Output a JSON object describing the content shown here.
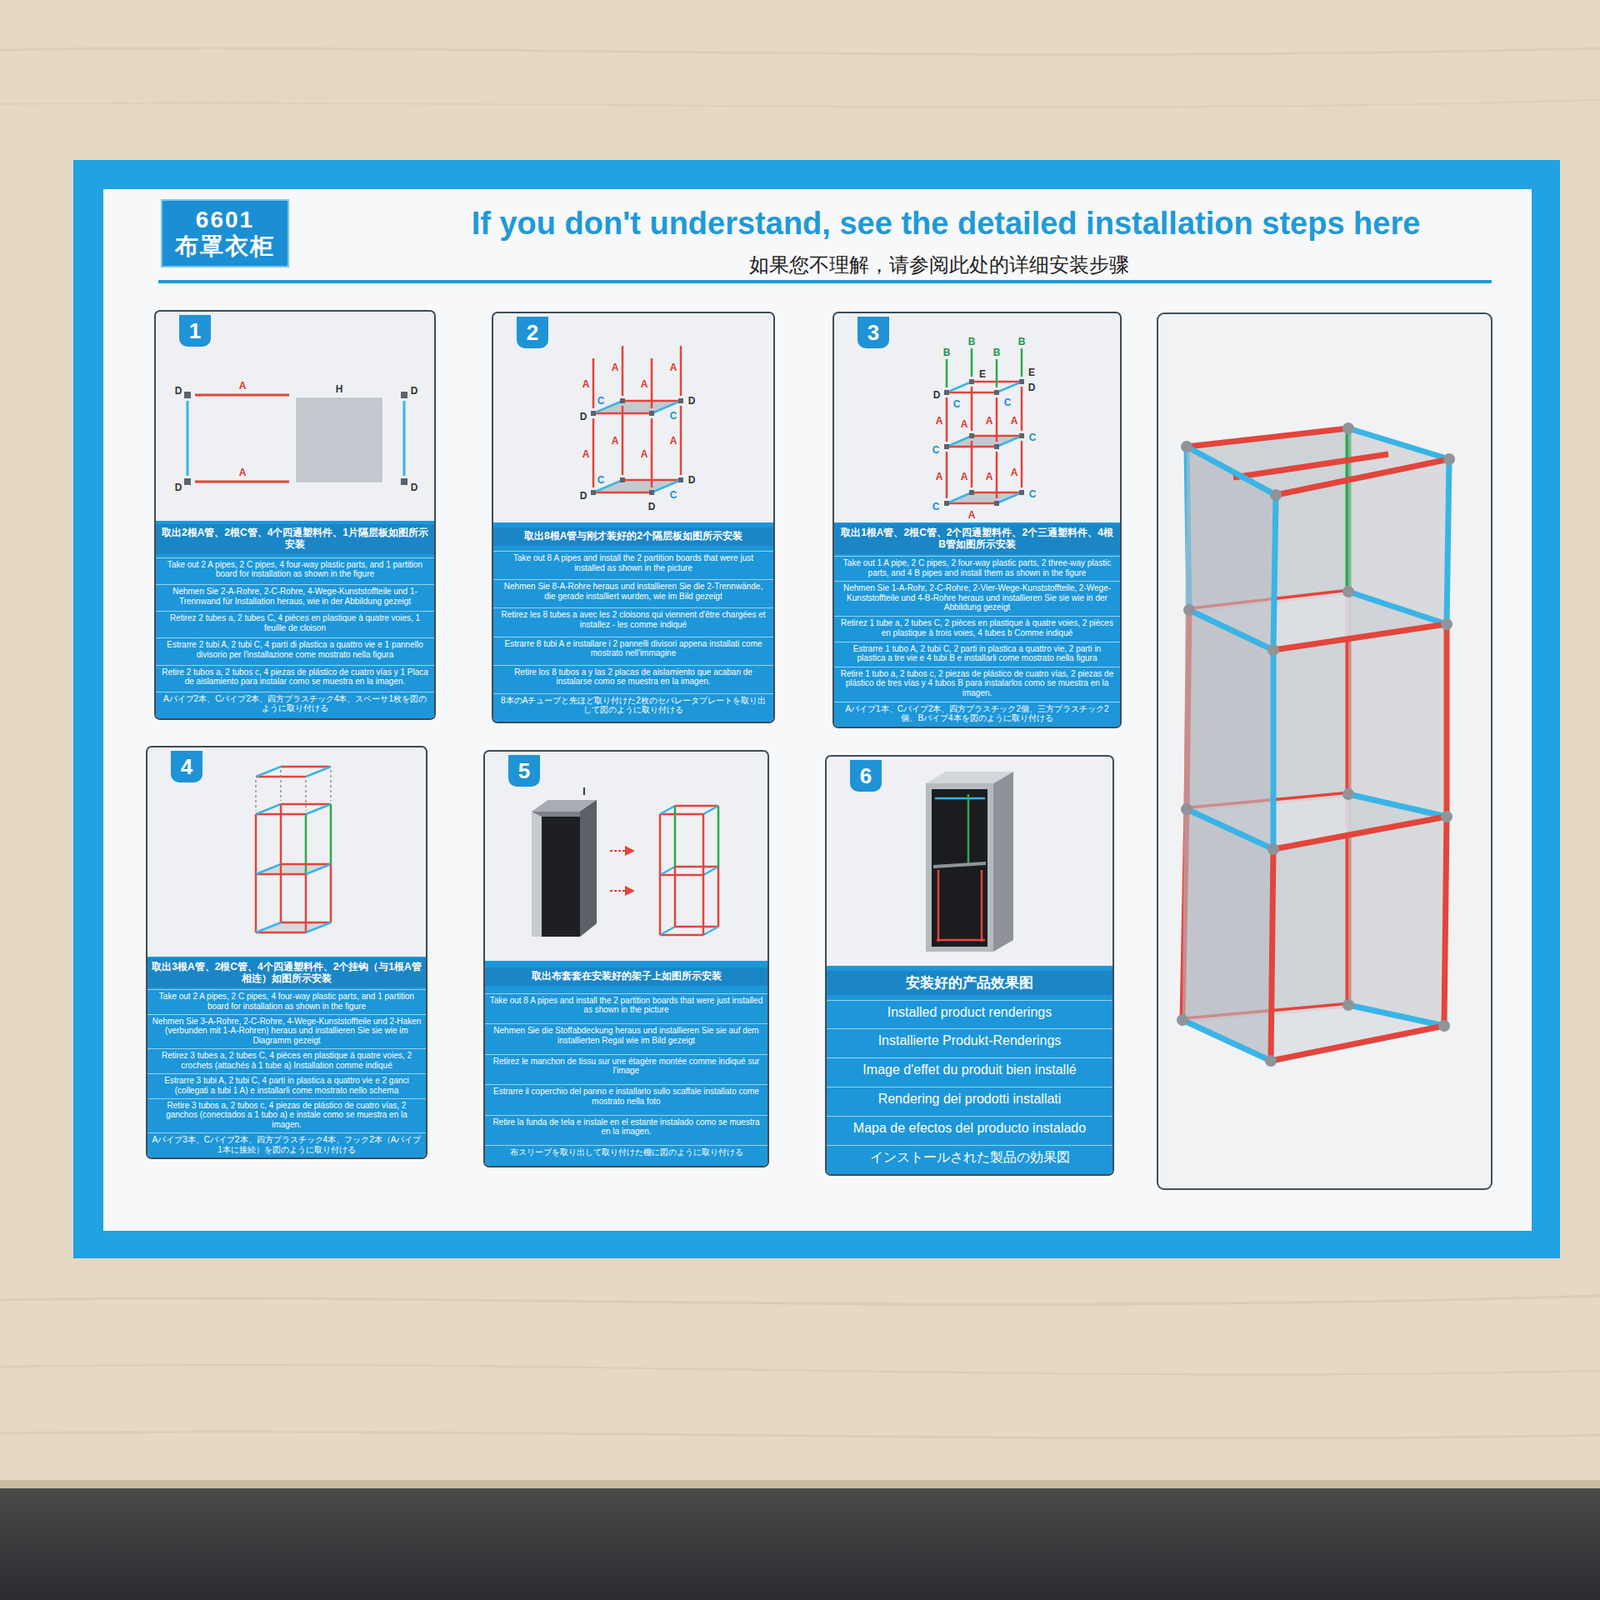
{
  "diagram": {
    "title": "If you don't understand, see the detailed installation steps here",
    "nodes": [
      {
        "text": [
          "6601",
          "布罩衣柜"
        ]
      },
      {
        "text": [
          "1"
        ]
      },
      {
        "text": [
          "取出2根A管、2根C管、4个四通塑料件、1片隔层板如图所示安装",
          "Take out 2 A pipes, 2 C pipes, 4 four-way plastic parts, and 1 partition board for installation as shown in the figure",
          "Nehmen Sie 2-A-Rohre, 2-C-Rohre, 4-Wege-Kunststoffteile und 1-Trennwand für Installation heraus, wie in der Abbildung gezeigt",
          "Retirez 2 tubes a, 2 tubes C, 4 pièces en plastique à quatre voies, 1 feuille de cloison",
          "Estrarre 2 tubi A, 2 tubi C, 4 parti di plastica a quattro vie e 1 pannello divisorio per l'installazione come mostrato nella figura",
          "Retire 2 tubos a, 2 tubos c, 4 piezas de plástico de cuatro vías y 1 Placa de aislamiento para instalar como se muestra en la imagen.",
          "Aパイプ2本、Cパイプ2本、四方プラスチック4本、スペーサ1枚を図のように取り付ける"
        ],
        "in": 1
      },
      {
        "text": [
          "2"
        ]
      },
      {
        "text": [
          "取出8根A管与刚才装好的2个隔层板如图所示安装",
          "Take out 8 A pipes and install the 2 partition boards that were just installed as shown in the picture",
          "Nehmen Sie 8-A-Rohre heraus und installieren Sie die 2-Trennwände, die gerade installiert wurden, wie im Bild gezeigt",
          "Retirez les 8 tubes a avec les 2 cloisons qui viennent d'être chargées et installez - les comme indiqué",
          "Estrarre 8 tubi A e installare i 2 pannelli divisori appena installati come mostrato nell'immagine",
          "Retire los 8 tubos a y las 2 placas de aislamiento que acaban de instalarse como se muestra en la imagen.",
          "8本のAチューブと先ほど取り付けた2枚のセパレータプレートを取り出して図のように取り付ける"
        ],
        "in": 3
      },
      {
        "text": [
          "3"
        ]
      },
      {
        "text": [
          "取出1根A管、2根C管、2个四通塑料件、2个三通塑料件、4根B管如图所示安装",
          "Take out 1 A pipe, 2 C pipes, 2 four-way plastic parts, 2 three-way plastic parts, and 4 B pipes and install them as shown in the figure",
          "Nehmen Sie 1-A-Rohr, 2-C-Rohre, 2-Vier-Wege-Kunststoffteile, 2-Wege-Kunststoffteile und 4-B-Rohre heraus und installieren Sie sie wie in der Abbildung gezeigt",
          "Retirez 1 tube a, 2 tubes C, 2 pièces en plastique à quatre voies, 2 pièces en plastique à trois voies, 4 tubes b Comme indiqué",
          "Estrarre 1 tubo A, 2 tubi C, 2 parti in plastica a quattro vie, 2 parti in plastica a tre vie e 4 tubi B e installarli come mostrato nella figura",
          "Retire 1 tubo a, 2 tubos c, 2 piezas de plástico de cuatro vías, 2 piezas de plástico de tres vías y 4 tubos B para instalarlos como se muestra en la imagen.",
          "Aパイプ1本、Cパイプ2本、四方プラスチック2個、三方プラスチック2個、Bパイプ4本を図のように取り付ける"
        ],
        "in": 5
      },
      {
        "text": [
          "4"
        ]
      },
      {
        "text": [
          "取出3根A管、2根C管、4个四通塑料件、2个挂钩（与1根A管相连）如图所示安装",
          "Take out 2 A pipes, 2 C pipes, 4 four-way plastic parts, and 1 partition board for installation as shown in the figure",
          "Nehmen Sie 3-A-Rohre, 2-C-Rohre, 4-Wege-Kunststoffteile und 2-Haken (verbunden mit 1-A-Rohren) heraus und installieren Sie sie wie im Diagramm gezeigt",
          "Retirez 3 tubes a, 2 tubes C, 4 pièces en plastique à quatre voies, 2 crochets (attachés à 1 tube a) Installation comme indiqué",
          "Estrarre 3 tubi A, 2 tubi C, 4 parti in plastica a quattro vie e 2 ganci (collegati a tubi 1 A) e installarli come mostrato nello schema",
          "Retire 3 tubos a, 2 tubos c, 4 piezas de plástico de cuatro vías, 2 ganchos (conectados a 1 tubo a) e instale como se muestra en la imagen.",
          "Aパイプ3本、Cパイプ2本、四方プラスチック4本、フック2本（Aパイプ1本に接続）を図のように取り付ける"
        ],
        "in": 7
      },
      {
        "text": [
          "5"
        ]
      },
      {
        "text": [
          "取出布套套在安装好的架子上如图所示安装",
          "Take out 8 A pipes and install the 2 partition boards that were just installed as shown in the picture",
          "Nehmen Sie die Stoffabdeckung heraus und installieren Sie sie auf dem installierten Regal wie im Bild gezeigt",
          "Retirez le manchon de tissu sur une étagère montée comme indiqué sur l'image",
          "Estrarre il coperchio del panno e installarlo sullo scaffale installato come mostrato nella foto",
          "Retire la funda de tela e instale en el estante instalado como se muestra en la imagen.",
          "布スリーブを取り出して取り付けた棚に図のように取り付ける"
        ],
        "in": 9
      },
      {
        "text": [
          "6"
        ]
      },
      {
        "text": [
          "安装好的产品效果图",
          "Installed product renderings",
          "Installierte Produkt-Renderings",
          "Image d'effet du produit bien installé",
          "Rendering dei prodotti installati",
          "Mapa de efectos del producto instalado",
          "インストールされた製品の効果図"
        ],
        "in": 11
      }
    ],
    "labels": [
      "如果您不理解，请参阅此处的详细安装步骤",
      "D",
      "A",
      "H",
      "D",
      "D",
      "A",
      "D",
      "A",
      "A",
      "A",
      "A",
      "D",
      "C",
      "C",
      "D",
      "A",
      "A",
      "A",
      "A",
      "D",
      "C",
      "C",
      "D",
      "D",
      "B",
      "B",
      "B",
      "B",
      "D",
      "E",
      "E",
      "D",
      "C",
      "C",
      "A",
      "A",
      "A",
      "A",
      "C",
      "C",
      "A",
      "A",
      "A",
      "A",
      "C",
      "C",
      "A",
      "I"
    ]
  }
}
